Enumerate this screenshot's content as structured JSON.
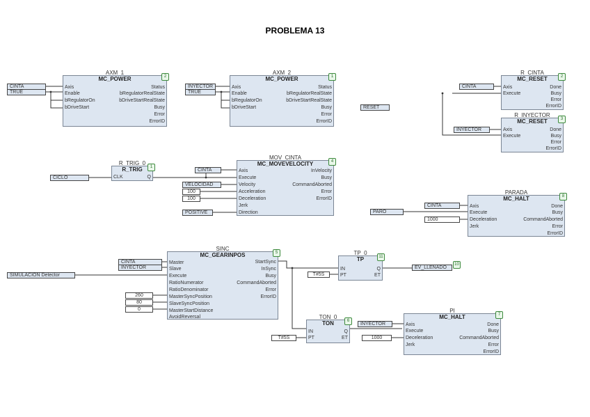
{
  "title": "PROBLEMA 13",
  "colors": {
    "block_fill": "#dde6f1",
    "block_border": "#7a8594",
    "wire": "#333333",
    "badge": "#3d8a3d"
  },
  "blocks": {
    "axm1": {
      "instance": "AXM_1",
      "type": "MC_POWER",
      "number": "2",
      "inputs": [
        "Axis",
        "Enable",
        "bRegulatorOn",
        "bDriveStart"
      ],
      "outputs": [
        "Status",
        "bRegulatorRealState",
        "bDriveStartRealState",
        "Busy",
        "Error",
        "ErrorID"
      ]
    },
    "axm2": {
      "instance": "AXM_2",
      "type": "MC_POWER",
      "number": "1",
      "inputs": [
        "Axis",
        "Enable",
        "bRegulatorOn",
        "bDriveStart"
      ],
      "outputs": [
        "Status",
        "bRegulatorRealState",
        "bDriveStartRealState",
        "Busy",
        "Error",
        "ErrorID"
      ]
    },
    "rcinta": {
      "instance": "R_CINTA",
      "type": "MC_RESET",
      "number": "2",
      "inputs": [
        "Axis",
        "Execute"
      ],
      "outputs": [
        "Done",
        "Busy",
        "Error",
        "ErrorID"
      ]
    },
    "rinyector": {
      "instance": "R_INYECTOR",
      "type": "MC_RESET",
      "number": "3",
      "inputs": [
        "Axis",
        "Execute"
      ],
      "outputs": [
        "Done",
        "Busy",
        "Error",
        "ErrorID"
      ]
    },
    "rtrig": {
      "instance": "R_TRIG_0",
      "type": "R_TRIG",
      "number": "1",
      "inputs": [
        "CLK"
      ],
      "outputs": [
        "Q"
      ]
    },
    "movcinta": {
      "instance": "MOV_CINTA",
      "type": "MC_MOVEVELOCITY",
      "number": "4",
      "inputs": [
        "Axis",
        "Execute",
        "Velocity",
        "Acceleration",
        "Deceleration",
        "Jerk",
        "Direction"
      ],
      "outputs": [
        "InVelocity",
        "Busy",
        "CommandAborted",
        "Error",
        "ErrorID"
      ]
    },
    "parada": {
      "instance": "PARADA",
      "type": "MC_HALT",
      "number": "8",
      "inputs": [
        "Axis",
        "Execute",
        "Deceleration",
        "Jerk"
      ],
      "outputs": [
        "Done",
        "Busy",
        "CommandAborted",
        "Error",
        "ErrorID"
      ]
    },
    "sinc": {
      "instance": "SINC",
      "type": "MC_GEARINPOS",
      "number": "5",
      "inputs": [
        "Master",
        "Slave",
        "Execute",
        "RatioNumerator",
        "RatioDenominator",
        "MasterSyncPosition",
        "SlaveSyncPosition",
        "MasterStartDistance",
        "AvoidReversal"
      ],
      "outputs": [
        "StartSync",
        "InSync",
        "Busy",
        "CommandAborted",
        "Error",
        "ErrorID"
      ]
    },
    "tp": {
      "instance": "TP_0",
      "type": "TP",
      "number": "11",
      "inputs": [
        "IN",
        "PT"
      ],
      "outputs": [
        "Q",
        "ET"
      ]
    },
    "ton": {
      "instance": "TON_0",
      "type": "TON",
      "number": "6",
      "inputs": [
        "IN",
        "PT"
      ],
      "outputs": [
        "Q",
        "ET"
      ]
    },
    "halt2": {
      "instance": "PI",
      "type": "MC_HALT",
      "number": "7",
      "inputs": [
        "Axis",
        "Execute",
        "Deceleration",
        "Jerk"
      ],
      "outputs": [
        "Done",
        "Busy",
        "CommandAborted",
        "Error",
        "ErrorID"
      ]
    }
  },
  "variables": {
    "axm1_cinta": "CINTA",
    "axm1_true": "TRUE",
    "axm2_inyector": "INYECTOR",
    "axm2_true": "TRUE",
    "reset": "RESET",
    "rcinta_cinta": "CINTA",
    "rinyector_inyector": "INYECTOR",
    "ciclo": "CICLO",
    "mov_cinta": "CINTA",
    "mov_velocidad": "VELOCIDAD",
    "mov_acc": "100",
    "mov_dec": "100",
    "mov_dir": "POSITIVE",
    "paro": "PARO",
    "parada_cinta": "CINTA",
    "parada_dec": "1000",
    "sinc_cinta": "CINTA",
    "sinc_inyector": "INYECTOR",
    "sinc_simulacion": "SIMULACION Detector",
    "sinc_260": "260",
    "sinc_80": "80",
    "sinc_0": "0",
    "tp_pt": "T#5S",
    "tp_out": "EV_LLENADO",
    "tp_out_num": "10",
    "ton_pt": "T#5S",
    "halt2_inyector": "INYECTOR",
    "halt2_dec": "1000"
  }
}
